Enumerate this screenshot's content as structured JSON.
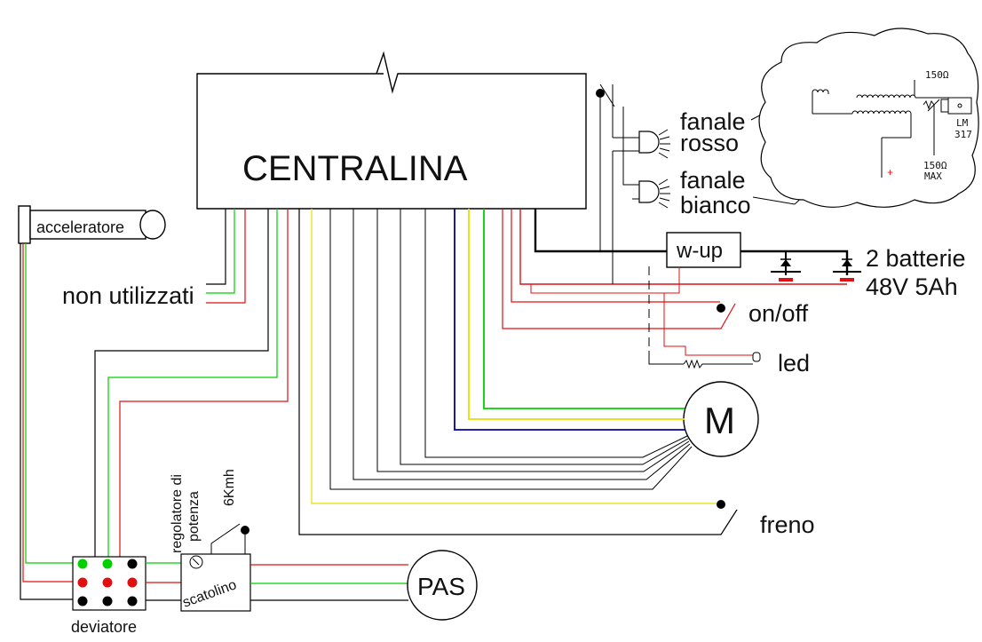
{
  "labels": {
    "centralina": "CENTRALINA",
    "acceleratore": "acceleratore",
    "non_utilizzati": "non utilizzati",
    "fanale_rosso_1": "fanale",
    "fanale_rosso_2": "rosso",
    "fanale_bianco_1": "fanale",
    "fanale_bianco_2": "bianco",
    "wup": "w-up",
    "batterie_1": "2 batterie",
    "batterie_2": "48V 5Ah",
    "onoff": "on/off",
    "led": "led",
    "motor": "M",
    "freno": "freno",
    "pas": "PAS",
    "scatolino": "scatolino",
    "deviatore": "deviatore",
    "regolatore_1": "regolatore di",
    "regolatore_2": "potenza",
    "kmh": "6Kmh",
    "res_150": "150Ω",
    "res_150_max_1": "150Ω",
    "res_150_max_2": "MAX",
    "lm_1": "LM",
    "lm_2": "317",
    "plus": "+"
  },
  "colors": {
    "black": "#000000",
    "red": "#e01010",
    "green": "#00d000",
    "yellow": "#e8e000",
    "blue": "#0000a0",
    "gray": "#555555"
  }
}
